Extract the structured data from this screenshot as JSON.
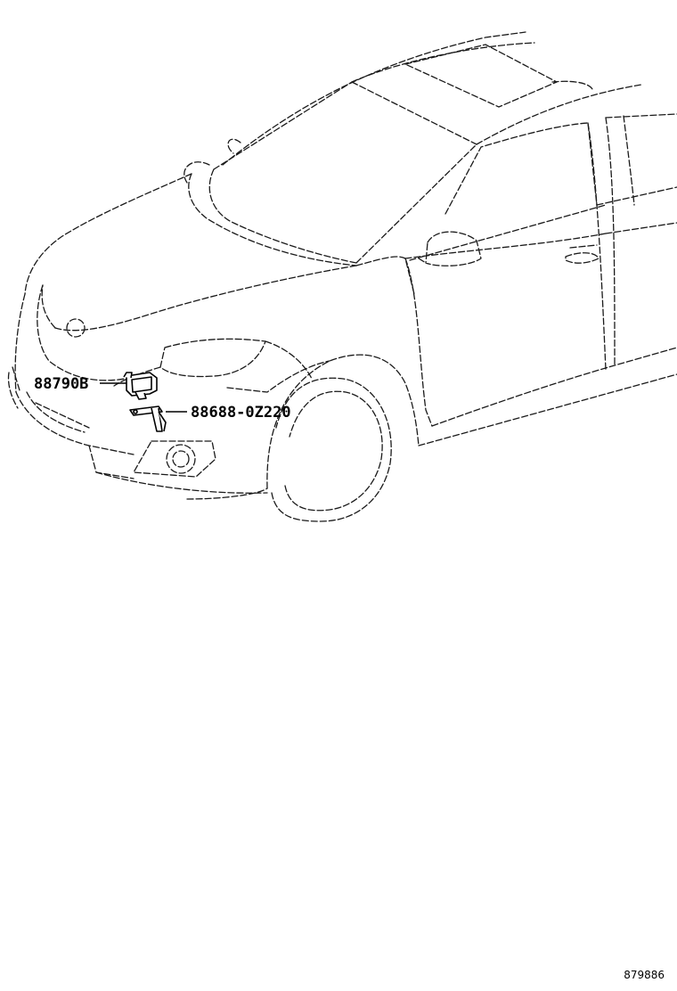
{
  "parts": [
    {
      "number": "88790B",
      "icon": "sensor-icon"
    },
    {
      "number": "88688-0Z220",
      "icon": "bracket-icon"
    }
  ],
  "reference_number": "879886",
  "colors": {
    "line": "#1a1a1a",
    "background": "#ffffff"
  }
}
